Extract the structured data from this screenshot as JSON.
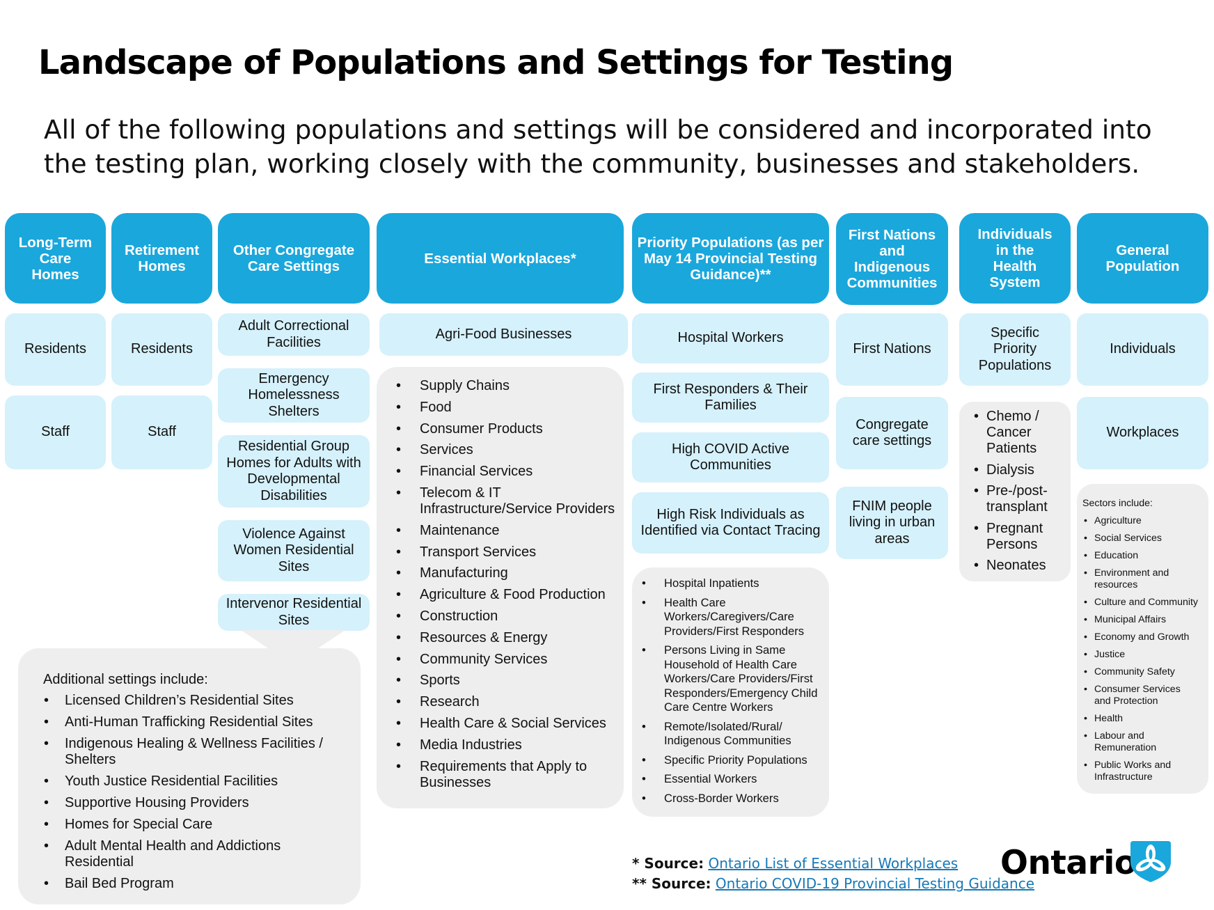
{
  "title": "Landscape of Populations and Settings for Testing",
  "subtitle": "All of the following populations and settings will be considered and incorporated into the testing plan, working closely with the community, businesses and stakeholders.",
  "colors": {
    "header_blue": "#1aa7dc",
    "cell_light_blue": "#d5f1fb",
    "list_grey": "#eeeeee",
    "link_blue": "#1679b8"
  },
  "columns": {
    "ltc": {
      "header": "Long-Term Care Homes",
      "cells": [
        "Residents",
        "Staff"
      ]
    },
    "retirement": {
      "header": "Retirement Homes",
      "cells": [
        "Residents",
        "Staff"
      ]
    },
    "congregate": {
      "header": "Other Congregate Care Settings",
      "cells": [
        "Adult Correctional Facilities",
        "Emergency Homelessness Shelters",
        "Residential Group Homes for Adults with Developmental Disabilities",
        "Violence Against Women Residential Sites",
        "Intervenor Residential Sites"
      ],
      "additional_intro": "Additional settings include:",
      "additional_items": [
        "Licensed Children’s Residential Sites",
        "Anti-Human Trafficking Residential Sites",
        "Indigenous Healing & Wellness Facilities / Shelters",
        "Youth Justice Residential Facilities",
        "Supportive Housing Providers",
        "Homes for Special Care",
        "Adult Mental Health and Addictions Residential",
        "Bail Bed Program"
      ]
    },
    "essential": {
      "header": "Essential Workplaces*",
      "cell": "Agri-Food Businesses",
      "items": [
        "Supply Chains",
        "Food",
        "Consumer Products",
        "Services",
        "Financial Services",
        "Telecom & IT Infrastructure/Service Providers",
        "Maintenance",
        "Transport Services",
        "Manufacturing",
        "Agriculture & Food Production",
        "Construction",
        "Resources & Energy",
        "Community Services",
        "Sports",
        "Research",
        "Health Care & Social Services",
        "Media Industries",
        "Requirements that Apply to Businesses"
      ]
    },
    "priority": {
      "header": "Priority Populations (as per May 14 Provincial Testing Guidance)**",
      "cells": [
        "Hospital Workers",
        "First Responders & Their Families",
        "High COVID Active Communities",
        "High Risk Individuals as Identified via Contact Tracing"
      ],
      "items": [
        "Hospital Inpatients",
        "Health Care Workers/Caregivers/Care Providers/First Responders",
        "Persons Living in Same Household of Health Care Workers/Care Providers/First Responders/Emergency Child Care Centre Workers",
        "Remote/Isolated/Rural/ Indigenous Communities",
        "Specific Priority Populations",
        "Essential Workers",
        "Cross-Border Workers"
      ]
    },
    "first_nations": {
      "header": "First Nations and Indigenous Communities",
      "cells": [
        "First Nations",
        "Congregate care settings",
        "FNIM people living in urban areas"
      ]
    },
    "health_system": {
      "header": "Individuals in the Health System",
      "cell": "Specific Priority Populations",
      "items": [
        "Chemo / Cancer Patients",
        "Dialysis",
        "Pre-/post-transplant",
        "Pregnant Persons",
        "Neonates"
      ]
    },
    "general": {
      "header": "General Population",
      "cells": [
        "Individuals",
        "Workplaces"
      ],
      "sectors_intro": "Sectors include:",
      "sectors": [
        "Agriculture",
        "Social Services",
        "Education",
        "Environment and resources",
        "Culture and Community",
        "Municipal Affairs",
        "Economy and Growth",
        "Justice",
        "Community Safety",
        "Consumer Services and Protection",
        "Health",
        "Labour and Remuneration",
        "Public Works and Infrastructure"
      ]
    }
  },
  "sources": [
    {
      "prefix": "* Source:",
      "link": "Ontario List of Essential Workplaces"
    },
    {
      "prefix": "** Source:",
      "link": "Ontario COVID-19 Provincial Testing Guidance"
    }
  ],
  "logo": {
    "text": "Ontario",
    "icon": "ontario-trillium-icon"
  }
}
